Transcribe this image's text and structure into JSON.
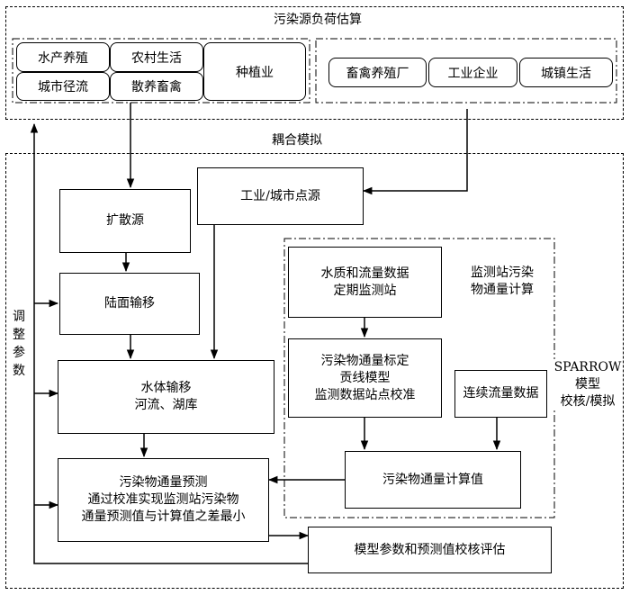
{
  "top_section": {
    "title": "污染源负荷估算",
    "nonpoint": [
      "水产养殖",
      "农村生活",
      "城市径流",
      "散养畜禽",
      "种植业"
    ],
    "point": [
      "畜禽养殖厂",
      "工业企业",
      "城镇生活"
    ]
  },
  "coupling_label": "耦合模拟",
  "adjust_label": "调\n整\n参\n数",
  "boxes": {
    "diffuse_source": "扩散源",
    "point_source": "工业/城市点源",
    "land_transport": "陆面输移",
    "water_transport": "水体输移\n河流、湖库",
    "flux_prediction": "污染物通量预测\n通过校准实现监测站污染物\n通量预测值与计算值之差最小",
    "evaluation": "模型参数和预测值校核评估",
    "monitoring_stations": "水质和流量数据\n定期监测站",
    "flux_calibration": "污染物通量标定\n贡线模型\n监测数据站点校准",
    "continuous_flow": "连续流量数据",
    "flux_calculation": "污染物通量计算值"
  },
  "monitoring_group_label": "监测站污染\n物通量计算",
  "sparrow_label": "SPARROW模型\n校核/模拟"
}
